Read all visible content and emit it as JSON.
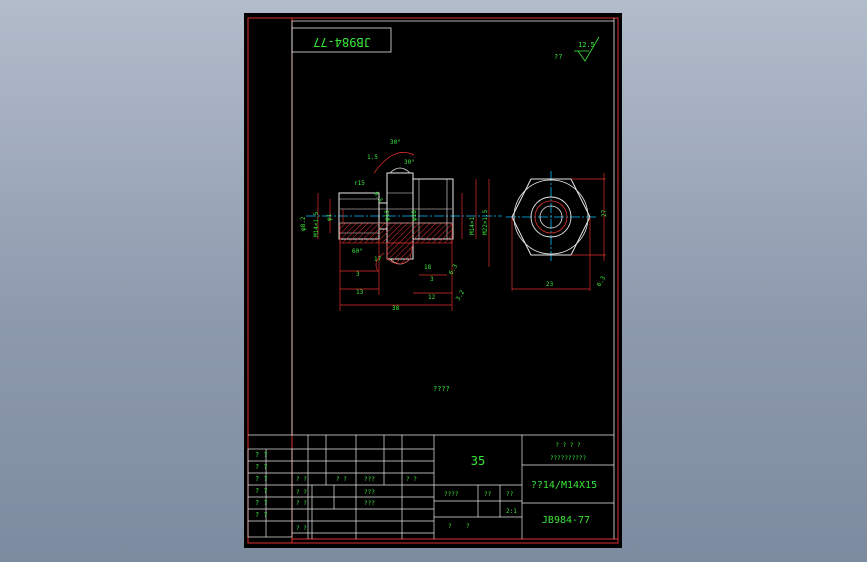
{
  "title_box": {
    "code": "JB984-77"
  },
  "roughness": {
    "label": "??",
    "value": "12.5"
  },
  "notes": "????",
  "dims": {
    "angle_top": "30°",
    "angle_mid": "30°",
    "chamfer": "1.5",
    "r": "r15",
    "phi_left": "φ8.2",
    "thread_left": "M14×1.5",
    "phi_small": "φ1",
    "phi_bore": "φ13",
    "phi_bore2": "φ16",
    "thread_right": "M14×1",
    "thread_right2": "M22×1.5",
    "angle_bottom": "60°",
    "d3a": "3",
    "d3b": "3",
    "d18": "18",
    "d13": "13",
    "d12": "12",
    "d38": "38",
    "d17": "17",
    "hex_width": "23",
    "hex_height": "27",
    "ra_a": "6.3",
    "ra_b": "3.2",
    "ra_c": "6.3",
    "ra_d": "6.3"
  },
  "title_block": {
    "scale": "35",
    "company": "? ? ? ?",
    "company2": "??????????",
    "part_name": "??14/M14X15",
    "drawing_no": "JB984-77",
    "material": "????",
    "qty": "??",
    "wt": "??",
    "ratio": "2:1",
    "sheet_a": "?",
    "sheet_b": "?",
    "left_labels": [
      "? ?",
      "? ?",
      "? ?",
      "? ?",
      "? ?",
      "? ?"
    ],
    "grid_labels": [
      "? ?",
      "? ?",
      "? ?",
      "???",
      "???",
      "? ?",
      "???",
      "? ?",
      "? ?"
    ]
  }
}
